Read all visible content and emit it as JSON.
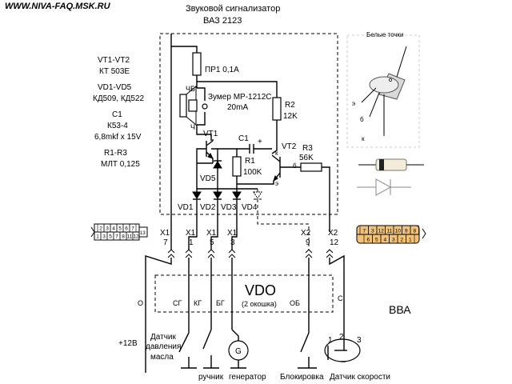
{
  "site": "WWW.NIVA-FAQ.MSK.RU",
  "title": "Звуковой сигнализатор",
  "subtitle": "ВАЗ  2123",
  "specs": {
    "vt_ref": "VT1-VT2",
    "vt_type": "КТ 503Е",
    "vd_ref": "VD1-VD5",
    "vd_type": "КД509, КД522",
    "c_ref": "C1",
    "c_type": "К53-4",
    "c_value": "6,8mkf x 15V",
    "r_ref": "R1-R3",
    "r_type": "МЛТ 0,125"
  },
  "components": {
    "fuse": "ПР1  0,1А",
    "buzzer": "Зумер МР-1212С",
    "buzzer_current": "20mA",
    "pin_chb": "ЧБ",
    "pin_ch": "Ч",
    "vt1": "VT1",
    "vt2": "VT2",
    "c1": "C1",
    "c1_plus": "+",
    "r1": "R1",
    "r1_value": "100K",
    "r2": "R2",
    "r2_value": "12K",
    "r3": "R3",
    "r3_value": "56K",
    "vd5": "VD5",
    "vd1": "VD1",
    "vd2": "VD2",
    "vd3": "VD3",
    "vd4": "VD4",
    "pin_k": "к",
    "pin_b": "б",
    "pin_e": "э"
  },
  "connectors": [
    {
      "name": "X1",
      "pin": "7"
    },
    {
      "name": "X1",
      "pin": "1"
    },
    {
      "name": "X1",
      "pin": "5"
    },
    {
      "name": "X1",
      "pin": "3"
    },
    {
      "name": "X2",
      "pin": "9"
    },
    {
      "name": "X2",
      "pin": "12"
    }
  ],
  "connector_x1_layout": {
    "row1": [
      "2",
      "3",
      "4",
      "5",
      "6",
      "7"
    ],
    "row2": [
      "1",
      "3",
      "5",
      "7",
      "8",
      "11",
      "12"
    ],
    "side": "13"
  },
  "connector_x2_layout": {
    "row1": [
      "7",
      "3",
      "12",
      "11",
      "10",
      "9",
      "8"
    ],
    "row2": [
      "6",
      "5",
      "4",
      "3",
      "2",
      "1"
    ]
  },
  "vdo": {
    "title": "VDO",
    "subtitle": "(2 окошка)",
    "pins": [
      "СГ",
      "КГ",
      "БГ",
      "ОБ",
      "С"
    ],
    "o_label": "О"
  },
  "bottom": {
    "plus12": "+12В",
    "oil_sensor_1": "Датчик",
    "oil_sensor_2": "давления",
    "oil_sensor_3": "масла",
    "handbrake": "ручник",
    "generator": "генератор",
    "generator_symbol": "G",
    "lock": "Блокировка",
    "speed_sensor": "Датчик скорости",
    "speed_pins": [
      "1",
      "2",
      "3"
    ]
  },
  "vva": "ВВА",
  "transistor_pic": {
    "title": "Белые точки",
    "e": "э",
    "b": "б",
    "k": "к"
  }
}
